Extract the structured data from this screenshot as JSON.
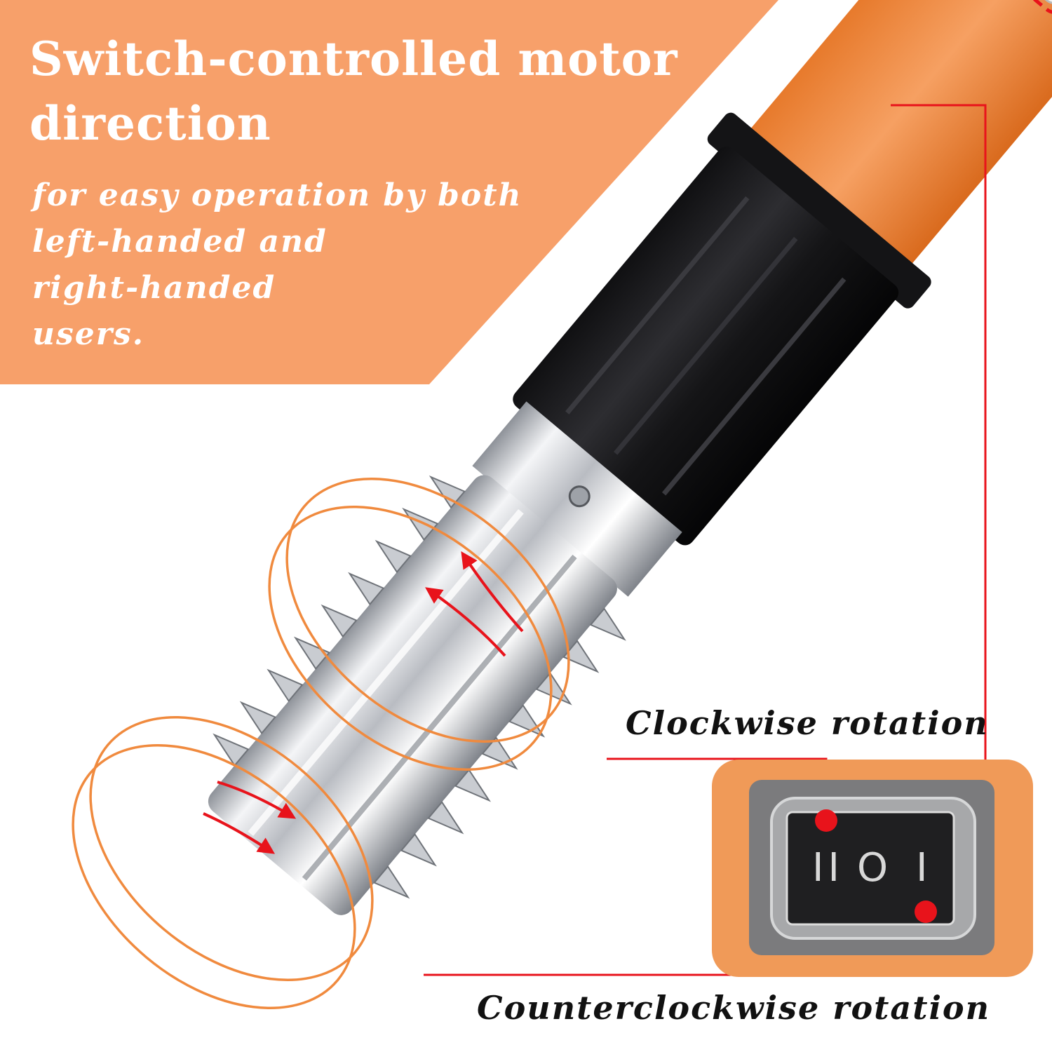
{
  "headline": {
    "title_line1": "Switch-controlled motor",
    "title_line2": "direction",
    "sub_line1": "for easy operation by both",
    "sub_line2": "left-handed and",
    "sub_line3": "right-handed",
    "sub_line4": "users."
  },
  "callouts": {
    "clockwise": "Clockwise rotation",
    "counterclockwise": "Counterclockwise rotation"
  },
  "switch_symbols": [
    "II",
    "O",
    "I"
  ],
  "colors": {
    "accent_orange": "#F7A06A",
    "handle_orange": "#F08A3E",
    "marker_red": "#E8131B",
    "motor_black": "#1B1B1D",
    "steel": "#D9DCE0"
  }
}
